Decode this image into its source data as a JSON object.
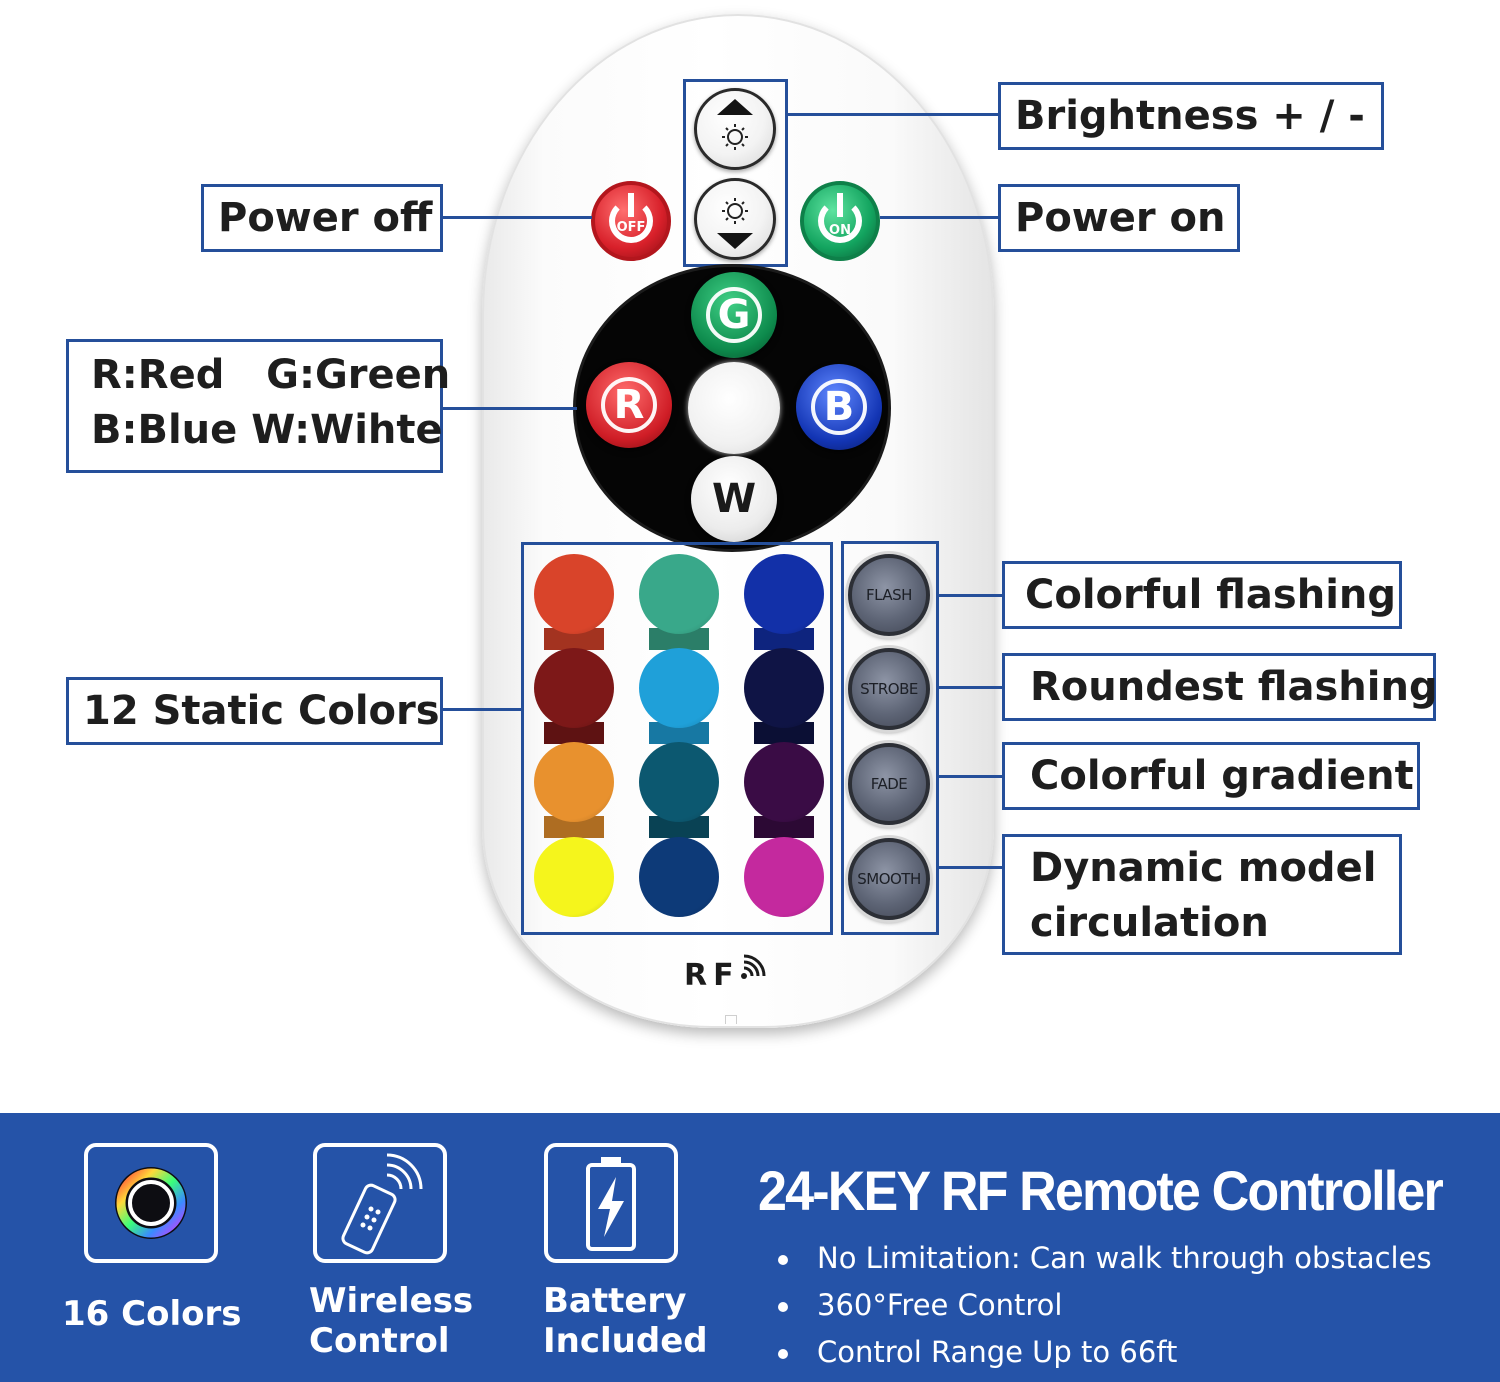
{
  "callouts": {
    "brightness": "Brightness + / -",
    "power_off": "Power off",
    "power_on": "Power on",
    "rgbw_line1": "R:Red   G:Green",
    "rgbw_line2": "B:Blue W:Wihte",
    "static_colors": "12 Static Colors",
    "flash": "Colorful flashing",
    "strobe": "Roundest flashing",
    "fade": "Colorful gradient",
    "smooth_line1": "Dynamic model",
    "smooth_line2": "circulation"
  },
  "remote": {
    "power_off_text": "OFF",
    "power_on_text": "ON",
    "btn_g": "G",
    "btn_r": "R",
    "btn_b": "B",
    "btn_w": "W",
    "mode_buttons": [
      "FLASH",
      "STROBE",
      "FADE",
      "SMOOTH"
    ],
    "rf_label": "RF",
    "static_colors": [
      [
        "#d9442a",
        "#39a88a",
        "#1230a8"
      ],
      [
        "#7d1818",
        "#1fa0d9",
        "#0f1445"
      ],
      [
        "#e8912e",
        "#0c5870",
        "#3a0c45"
      ],
      [
        "#f5f51c",
        "#0d3a78",
        "#c4299e"
      ]
    ],
    "icons": [
      "brightness-up-icon",
      "brightness-down-icon",
      "power-icon",
      "wifi-signal-icon"
    ]
  },
  "footer": {
    "features": [
      {
        "label_line1": "16 Colors",
        "label_line2": "",
        "icon": "color-ring-icon"
      },
      {
        "label_line1": "Wireless",
        "label_line2": "Control",
        "icon": "remote-wireless-icon"
      },
      {
        "label_line1": "Battery",
        "label_line2": "Included",
        "icon": "battery-bolt-icon"
      }
    ],
    "title": "24-KEY RF Remote Controller",
    "bullets": [
      "No Limitation:  Can walk through obstacles",
      "360°Free Control",
      "Control Range Up to 66ft"
    ],
    "background": "#2553a8"
  },
  "colors": {
    "accent_border": "#254f9a",
    "power_off": "#d8202a",
    "power_on": "#13a45f"
  }
}
